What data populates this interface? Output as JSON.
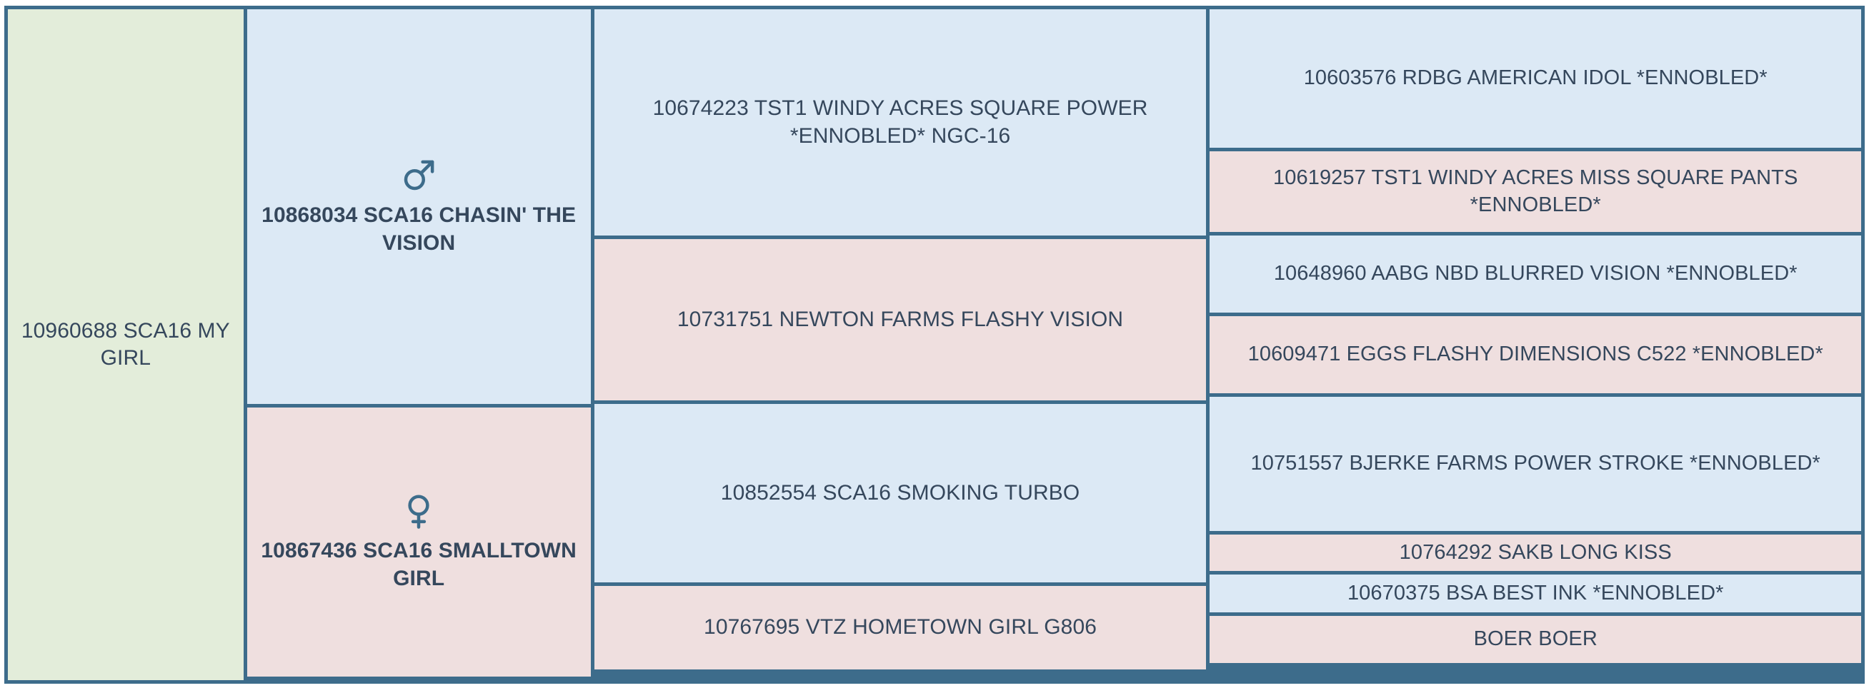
{
  "chart": {
    "type": "pedigree",
    "title": "",
    "colors": {
      "border": "#3d6c8b",
      "subject_bg": "#e3edda",
      "male_bg": "#dce9f5",
      "female_bg": "#efdfdf",
      "text": "#35475c",
      "icon": "#3d6c8b"
    },
    "columns": [
      {
        "name": "subject",
        "generation": 0
      },
      {
        "name": "parents",
        "generation": 1
      },
      {
        "name": "grandparents",
        "generation": 2
      },
      {
        "name": "great-grandparents",
        "generation": 3
      }
    ]
  },
  "subject": {
    "label": "10960688 SCA16 MY GIRL",
    "sex": "",
    "bg": "green"
  },
  "parents": [
    {
      "label": "10868034 SCA16 CHASIN' THE VISION",
      "sex": "male",
      "sex_icon": "male-icon",
      "bg": "blue"
    },
    {
      "label": "10867436 SCA16 SMALLTOWN GIRL",
      "sex": "female",
      "sex_icon": "female-icon",
      "bg": "pink"
    }
  ],
  "grandparents": [
    {
      "label": "10674223 TST1 WINDY ACRES SQUARE POWER *ENNOBLED* NGC-16",
      "bg": "blue"
    },
    {
      "label": "10731751 NEWTON FARMS FLASHY VISION",
      "bg": "pink"
    },
    {
      "label": "10852554 SCA16 SMOKING TURBO",
      "bg": "blue"
    },
    {
      "label": "10767695 VTZ HOMETOWN GIRL G806",
      "bg": "pink"
    }
  ],
  "great_grandparents": [
    {
      "label": "10603576 RDBG AMERICAN IDOL *ENNOBLED*",
      "bg": "blue"
    },
    {
      "label": "10619257 TST1 WINDY ACRES MISS SQUARE PANTS *ENNOBLED*",
      "bg": "pink"
    },
    {
      "label": "10648960 AABG NBD BLURRED VISION *ENNOBLED*",
      "bg": "blue"
    },
    {
      "label": "10609471 EGGS FLASHY DIMENSIONS C522 *ENNOBLED*",
      "bg": "pink"
    },
    {
      "label": "10751557 BJERKE FARMS POWER STROKE *ENNOBLED*",
      "bg": "blue"
    },
    {
      "label": "10764292 SAKB LONG KISS",
      "bg": "pink"
    },
    {
      "label": "10670375 BSA BEST INK *ENNOBLED*",
      "bg": "blue"
    },
    {
      "label": "BOER BOER",
      "bg": "pink"
    }
  ]
}
